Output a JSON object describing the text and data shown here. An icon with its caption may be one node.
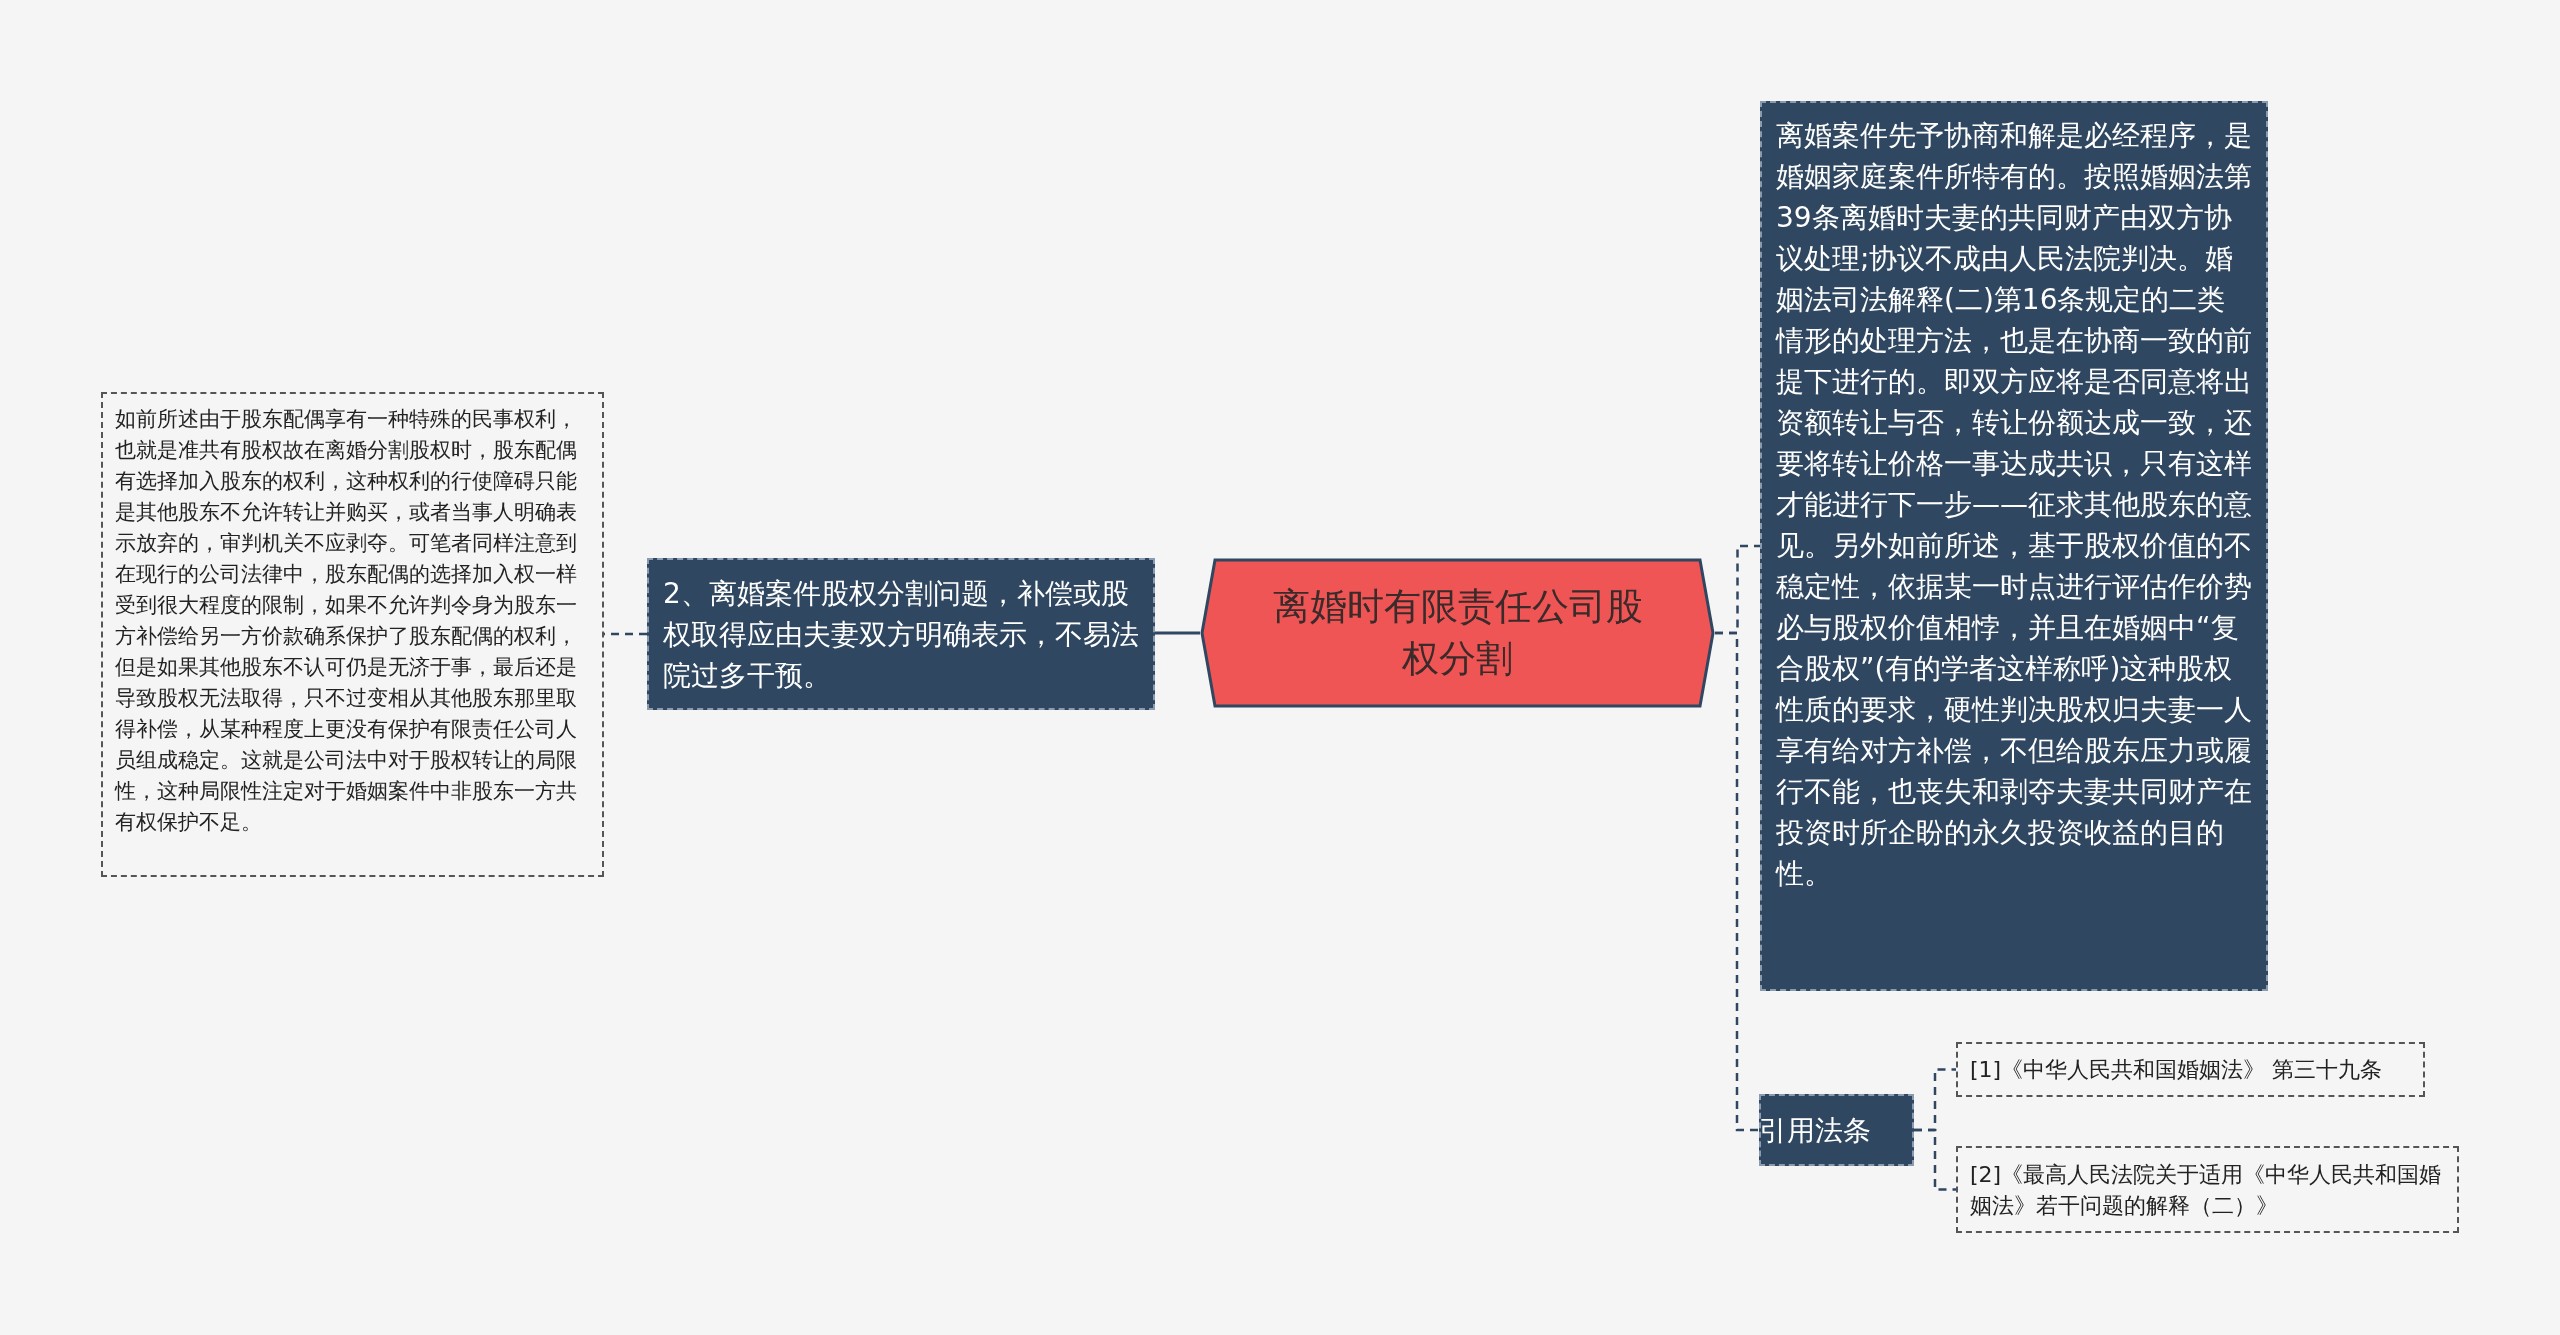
{
  "diagram": {
    "nodes": [
      {
        "text": [
          "离婚时有限责任公司股权分割"
        ]
      },
      {
        "text": [
          "2、离婚案件股权分割问题，补偿或股权取得应由夫妻双方明确表示，不易法院过多干预。"
        ]
      },
      {
        "text": [
          "如前所述由于股东配偶享有一种特殊的民事权利，也就是准共有股权故在离婚分割股权时，股东配偶有选择加入股东的权利，这种权利的行使障碍只能是其他股东不允许转让并购买，或者当事人明确表示放弃的，审判机关不应剥夺。可笔者同样注意到在现行的公司法律中，股东配偶的选择加入权一样受到很大程度的限制，如果不允许判令身为股东一方补偿给另一方价款确系保护了股东配偶的权利，但是如果其他股东不认可仍是无济于事，最后还是导致股权无法取得，只不过变相从其他股东那里取得补偿，从某种程度上更没有保护有限责任公司人员组成稳定。这就是公司法中对于股权转让的局限性，这种局限性注定对于婚姻案件中非股东一方共有权保护不足。"
        ]
      },
      {
        "text": [
          "离婚案件先予协商和解是必经程序，是婚姻家庭案件所特有的。按照婚姻法第39条离婚时夫妻的共同财产由双方协议处理;协议不成由人民法院判决。婚姻法司法解释(二)第16条规定的二类情形的处理方法，也是在协商一致的前提下进行的。即双方应将是否同意将出资额转让与否，转让份额达成一致，还要将转让价格一事达成共识，只有这样才能进行下一步——征求其他股东的意见。另外如前所述，基于股权价值的不稳定性，依据某一时点进行评估作价势必与股权价值相悖，并且在婚姻中“复合股权”(有的学者这样称呼)这种股权性质的要求，硬性判决股权归夫妻一人享有给对方补偿，不但给股东压力或履行不能，也丧失和剥夺夫妻共同财产在投资时所企盼的永久投资收益的目的性。"
        ]
      },
      {
        "text": [
          "引用法条"
        ]
      },
      {
        "text": [
          "[1]《中华人民共和国婚姻法》 第三十九条"
        ]
      },
      {
        "text": [
          "[2]《最高人民法院关于适用《中华人民共和国婚姻法》若干问题的解释（二）》"
        ]
      }
    ],
    "edges": [
      {
        "from": 0,
        "to": 1,
        "arrow": "none"
      },
      {
        "from": 1,
        "to": 2,
        "arrow": "none",
        "style": "dashed"
      },
      {
        "from": 0,
        "to": 3,
        "arrow": "none",
        "style": "dashed"
      },
      {
        "from": 0,
        "to": 4,
        "arrow": "none",
        "style": "dashed"
      },
      {
        "from": 4,
        "to": 5,
        "arrow": "none",
        "style": "dashed"
      },
      {
        "from": 4,
        "to": 6,
        "arrow": "none",
        "style": "dashed"
      }
    ]
  }
}
